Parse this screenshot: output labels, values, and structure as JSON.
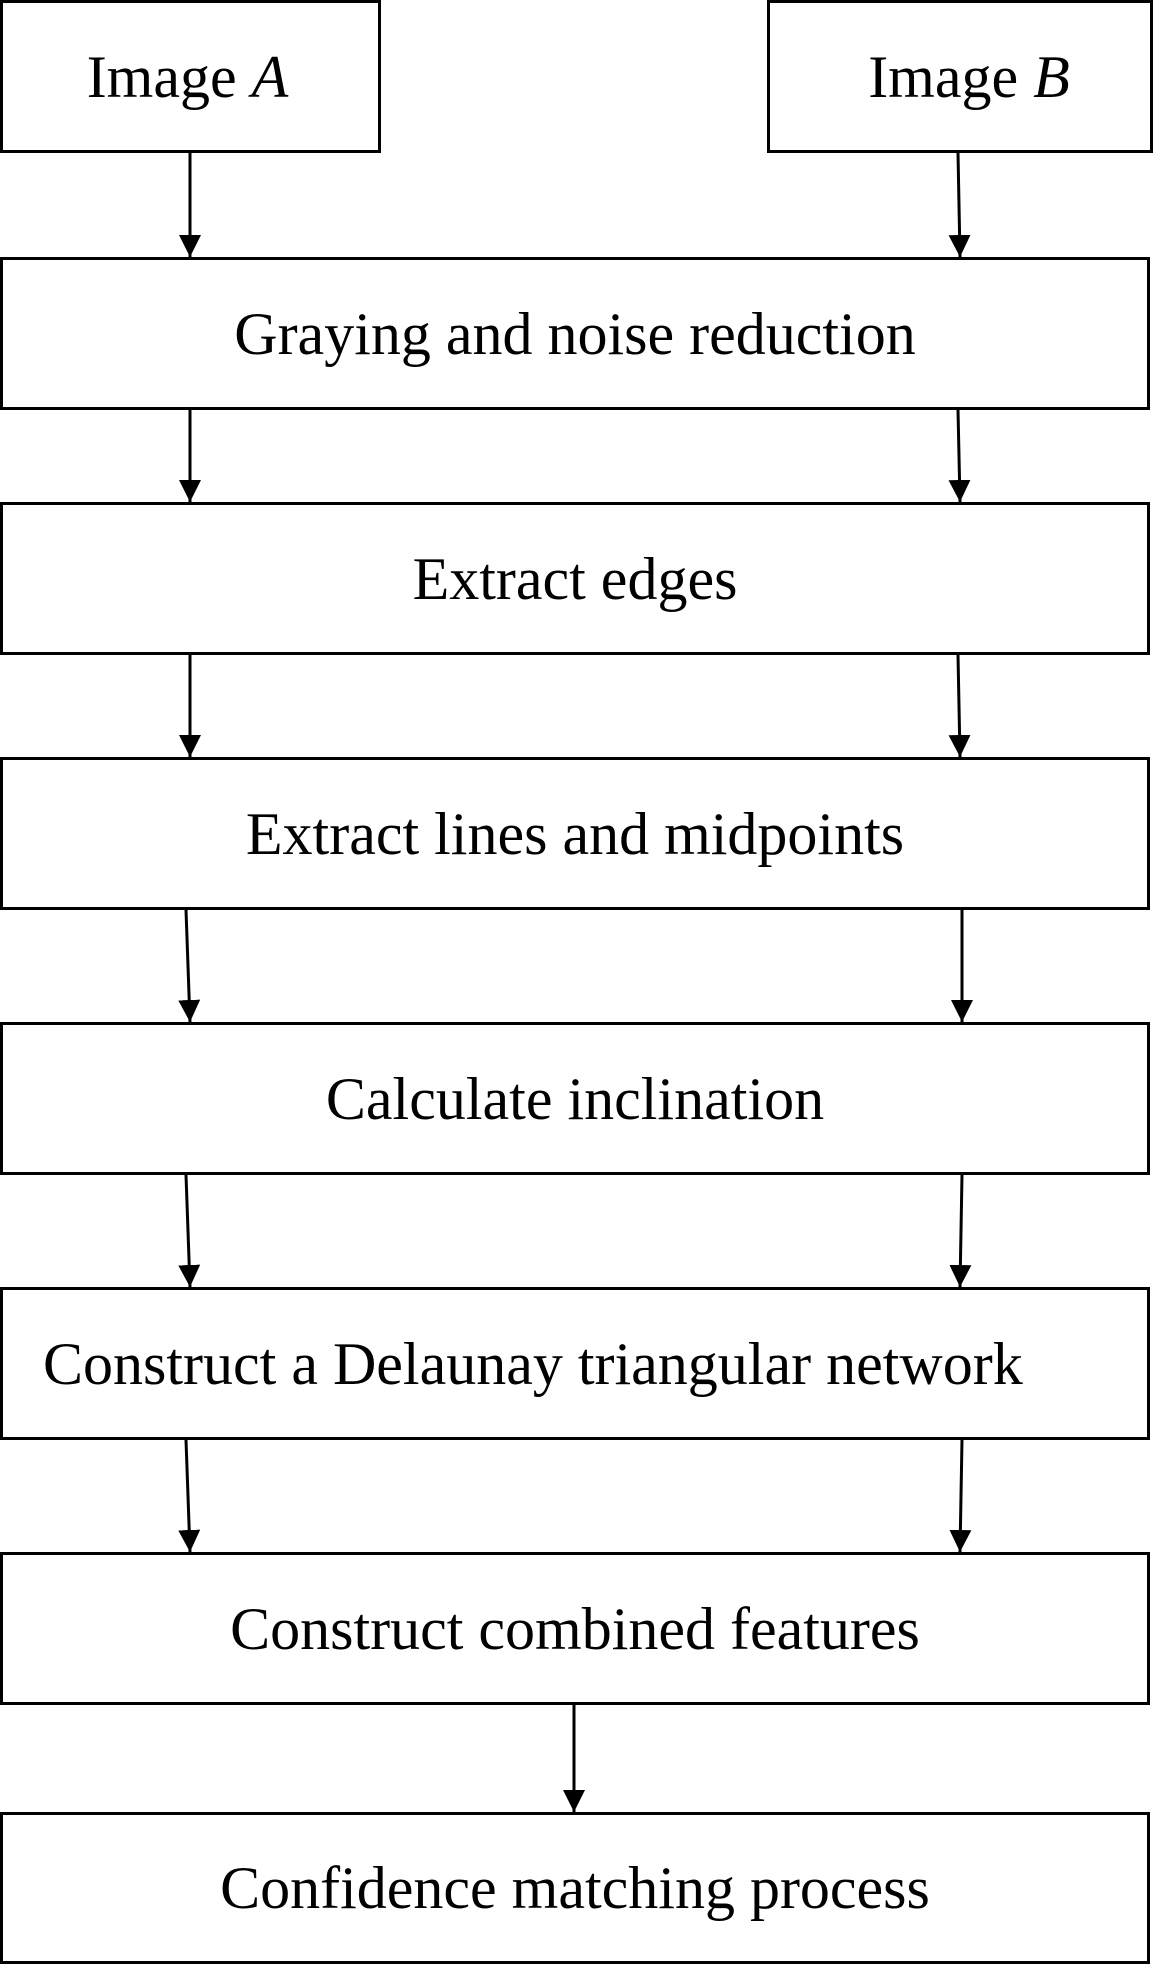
{
  "diagram": {
    "inputs": [
      {
        "label": "Image ",
        "symbol": "A"
      },
      {
        "label": "Image ",
        "symbol": "B"
      }
    ],
    "steps": [
      "Graying and noise reduction",
      "Extract edges",
      "Extract lines and midpoints",
      "Calculate inclination",
      "Construct a Delaunay triangular network",
      "Construct combined features",
      "Confidence matching process"
    ],
    "line_color": "#000000"
  }
}
